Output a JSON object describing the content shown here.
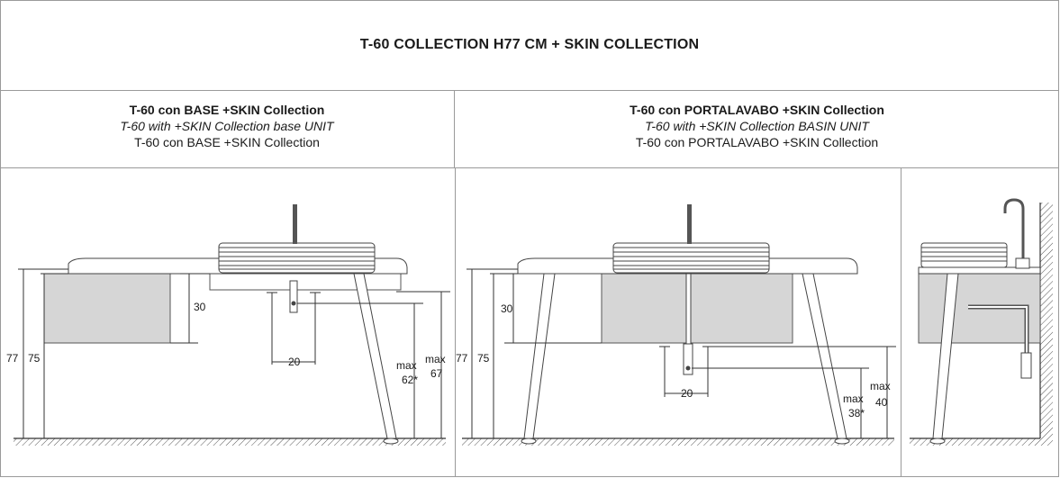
{
  "title": "T-60 COLLECTION H77 CM + SKIN COLLECTION",
  "left_panel": {
    "title_bold": "T-60 con BASE +SKIN Collection",
    "title_italic": "T-60 with +SKIN Collection base UNIT",
    "title_regular": "T-60 con BASE +SKIN Collection",
    "dims": {
      "d77": "77",
      "d75": "75",
      "d30": "30",
      "d20": "20",
      "max1_a": "max",
      "max1_b": "62*",
      "max2_a": "max",
      "max2_b": "67"
    }
  },
  "right_panel": {
    "title_bold": "T-60 con PORTALAVABO +SKIN Collection",
    "title_italic": "T-60 with +SKIN Collection BASIN UNIT",
    "title_regular": "T-60 con PORTALAVABO +SKIN Collection",
    "dims": {
      "d77": "77",
      "d75": "75",
      "d30": "30",
      "d20": "20",
      "max1_a": "max",
      "max1_b": "38*",
      "max2_a": "max",
      "max2_b": "40"
    }
  }
}
